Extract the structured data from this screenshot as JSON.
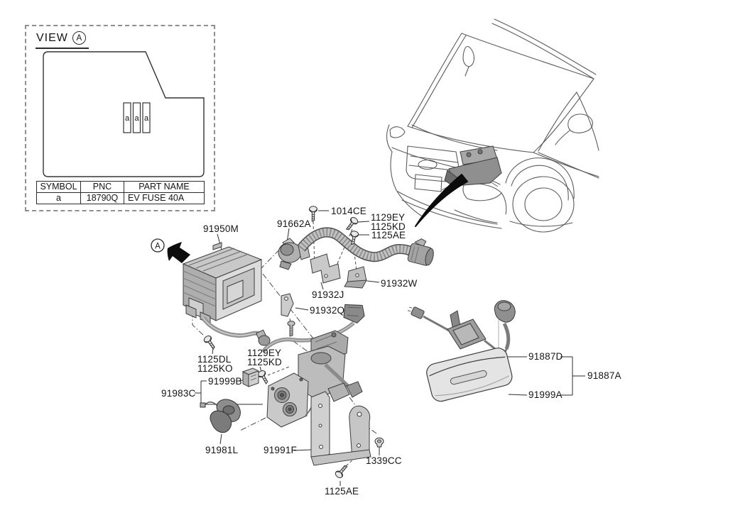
{
  "page": {
    "background": "#ffffff",
    "line_color": "#3d3d3d"
  },
  "view_inset": {
    "title": "VIEW",
    "marker": "A",
    "fuses": [
      "a",
      "a",
      "a"
    ],
    "table": {
      "headers": [
        "SYMBOL",
        "PNC",
        "PART NAME"
      ],
      "row": {
        "symbol": "a",
        "pnc": "18790Q",
        "part_name": "EV FUSE 40A"
      }
    }
  },
  "diagram": {
    "assembly_marker": "A",
    "labels": [
      {
        "id": "91950M",
        "text": "91950M"
      },
      {
        "id": "91662A",
        "text": "91662A"
      },
      {
        "id": "1014CE",
        "text": "1014CE"
      },
      {
        "id": "1129EY",
        "text": "1129EY"
      },
      {
        "id": "1125KD",
        "text": "1125KD"
      },
      {
        "id": "1125AE",
        "text": "1125AE"
      },
      {
        "id": "91932W",
        "text": "91932W"
      },
      {
        "id": "91932J",
        "text": "91932J"
      },
      {
        "id": "91932Q",
        "text": "91932Q"
      },
      {
        "id": "1125DL",
        "text": "1125DL"
      },
      {
        "id": "1125KO",
        "text": "1125KO"
      },
      {
        "id": "1129EY-2",
        "text": "1129EY"
      },
      {
        "id": "1125KD-2",
        "text": "1125KD"
      },
      {
        "id": "91999B",
        "text": "91999B"
      },
      {
        "id": "91983C",
        "text": "91983C"
      },
      {
        "id": "91981L",
        "text": "91981L"
      },
      {
        "id": "91991F",
        "text": "91991F"
      },
      {
        "id": "1339CC",
        "text": "1339CC"
      },
      {
        "id": "1125AE-2",
        "text": "1125AE"
      },
      {
        "id": "91887D",
        "text": "91887D"
      },
      {
        "id": "91887A",
        "text": "91887A"
      },
      {
        "id": "91999A",
        "text": "91999A"
      }
    ]
  }
}
